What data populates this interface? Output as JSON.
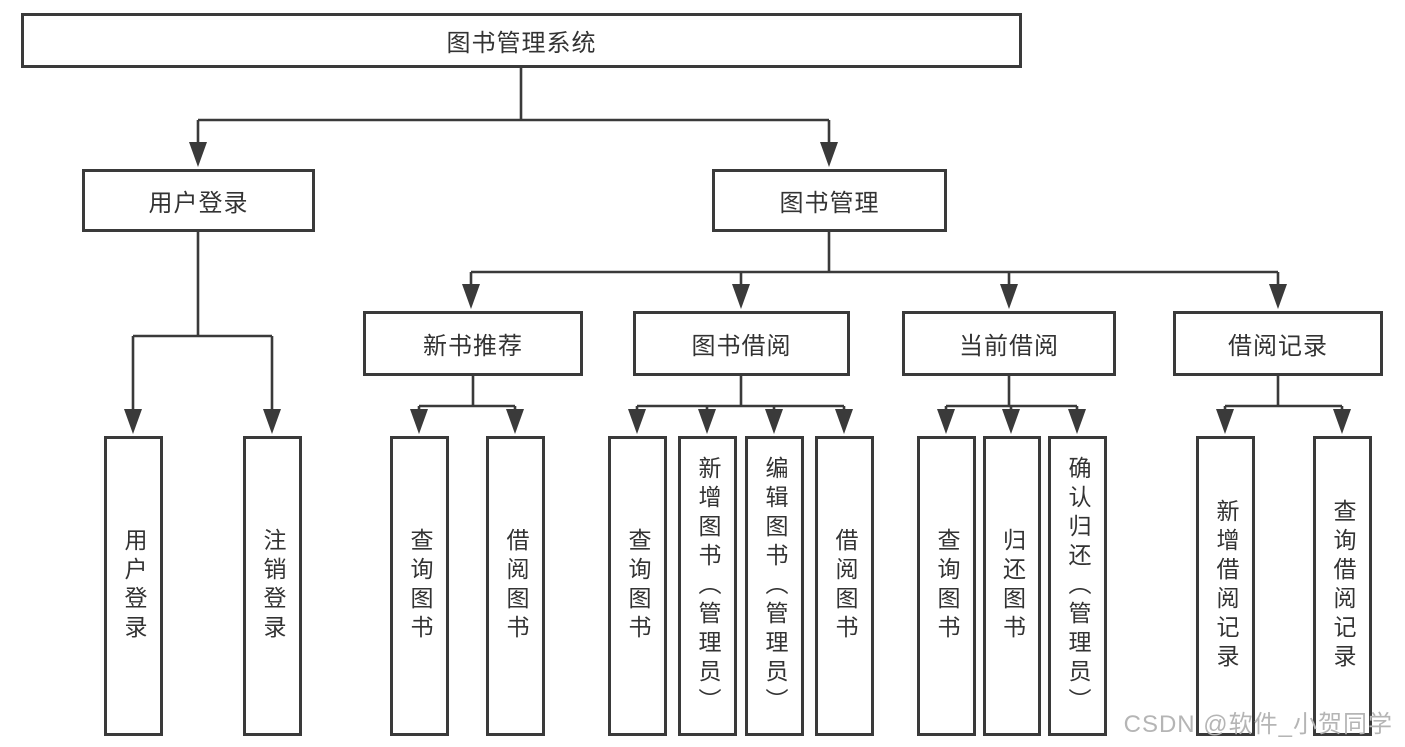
{
  "colors": {
    "line": "#3a3a3a",
    "text": "#333333",
    "box-bg": "#ffffff",
    "watermark": "#b5b5b5",
    "background": "#ffffff"
  },
  "nodes": {
    "root": "图书管理系统",
    "user_login": "用户登录",
    "book_mgmt": "图书管理",
    "new_book_rec": "新书推荐",
    "book_borrow": "图书借阅",
    "current_borrow": "当前借阅",
    "borrow_record": "借阅记录",
    "leaf_user_login": "用户登录",
    "leaf_logout": "注销登录",
    "leaf_query_book_1": "查询图书",
    "leaf_borrow_book_1": "借阅图书",
    "leaf_query_book_2": "查询图书",
    "leaf_add_book": "新增图书（管理员）",
    "leaf_edit_book": "编辑图书（管理员）",
    "leaf_borrow_book_2": "借阅图书",
    "leaf_query_book_3": "查询图书",
    "leaf_return_book": "归还图书",
    "leaf_confirm_return": "确认归还（管理员）",
    "leaf_add_record": "新增借阅记录",
    "leaf_query_record": "查询借阅记录"
  },
  "watermark": "CSDN @软件_小贺同学"
}
